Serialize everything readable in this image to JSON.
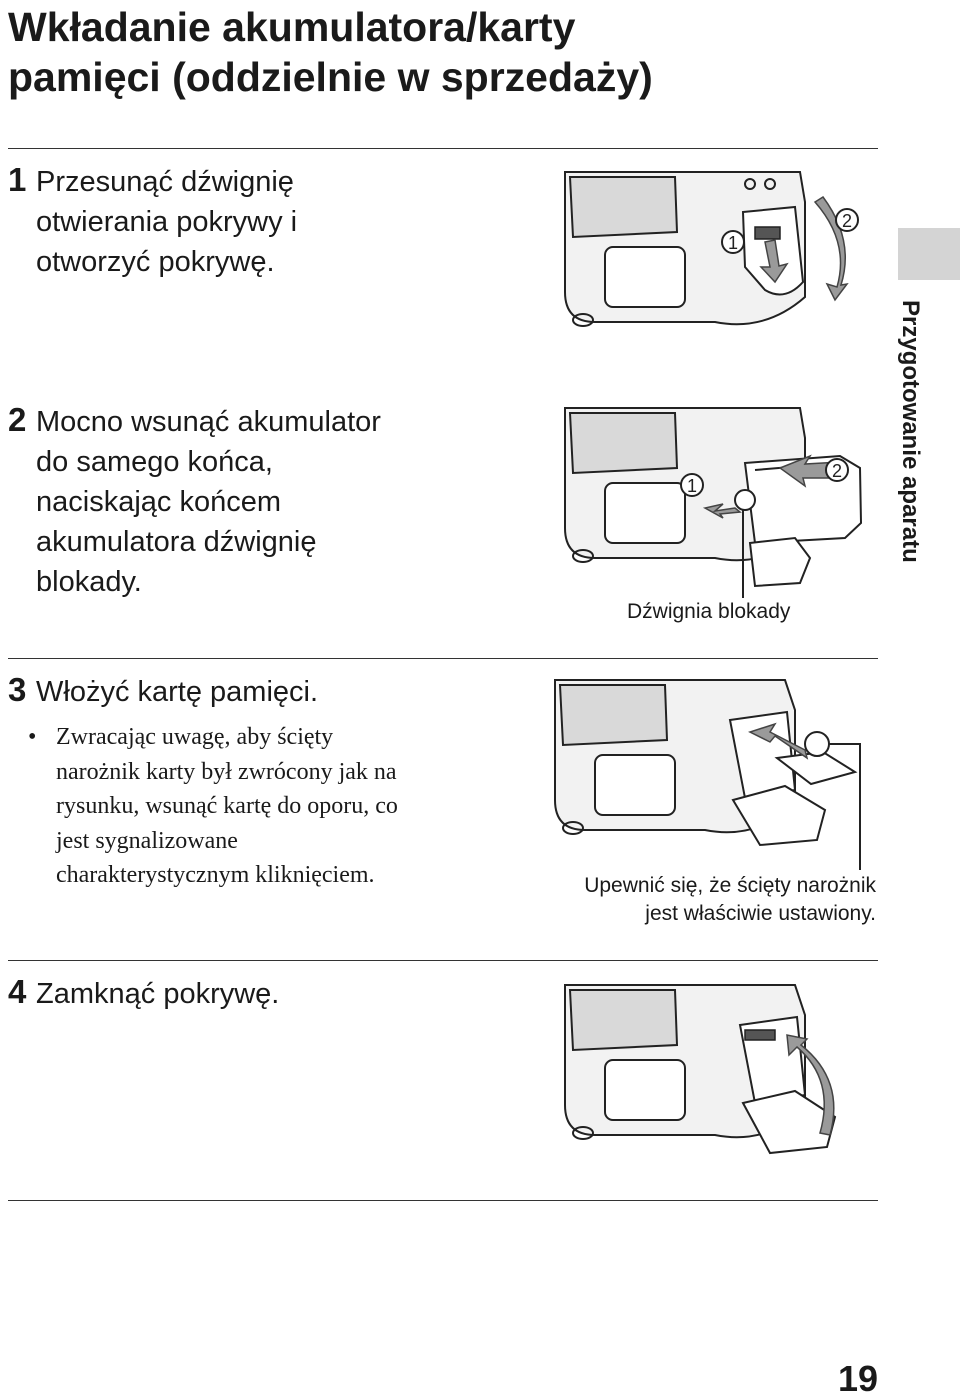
{
  "page": {
    "title_line1": "Wkładanie akumulatora/karty",
    "title_line2": "pamięci (oddzielnie w sprzedaży)",
    "page_number": "19",
    "side_tab": "Przygotowanie aparatu"
  },
  "steps": [
    {
      "num": "1",
      "lines": [
        "Przesunąć dźwignię",
        "otwierania pokrywy i",
        "otworzyć pokrywę."
      ]
    },
    {
      "num": "2",
      "lines": [
        "Mocno wsunąć akumulator",
        "do samego końca,",
        "naciskając końcem",
        "akumulatora dźwignię",
        "blokady."
      ]
    },
    {
      "num": "3",
      "lines": [
        "Włożyć kartę pamięci."
      ],
      "bullet": "•",
      "bullet_lines": [
        "Zwracając uwagę, aby ścięty",
        "narożnik karty był zwrócony jak na",
        "rysunku, wsunąć kartę do oporu, co",
        "jest sygnalizowane",
        "charakterystycznym kliknięciem."
      ]
    },
    {
      "num": "4",
      "lines": [
        "Zamknąć pokrywę."
      ]
    }
  ],
  "figures": {
    "fig1": {
      "marker1": "1",
      "marker2": "2"
    },
    "fig2": {
      "marker1": "1",
      "marker2": "2",
      "caption": "Dźwignia blokady"
    },
    "fig3": {
      "caption_line1": "Upewnić się, że ścięty narożnik",
      "caption_line2": "jest właściwie ustawiony."
    }
  },
  "colors": {
    "text": "#1a1a1a",
    "rule": "#333333",
    "tab": "#d4d4d4",
    "arrow": "#9a9a9a"
  }
}
